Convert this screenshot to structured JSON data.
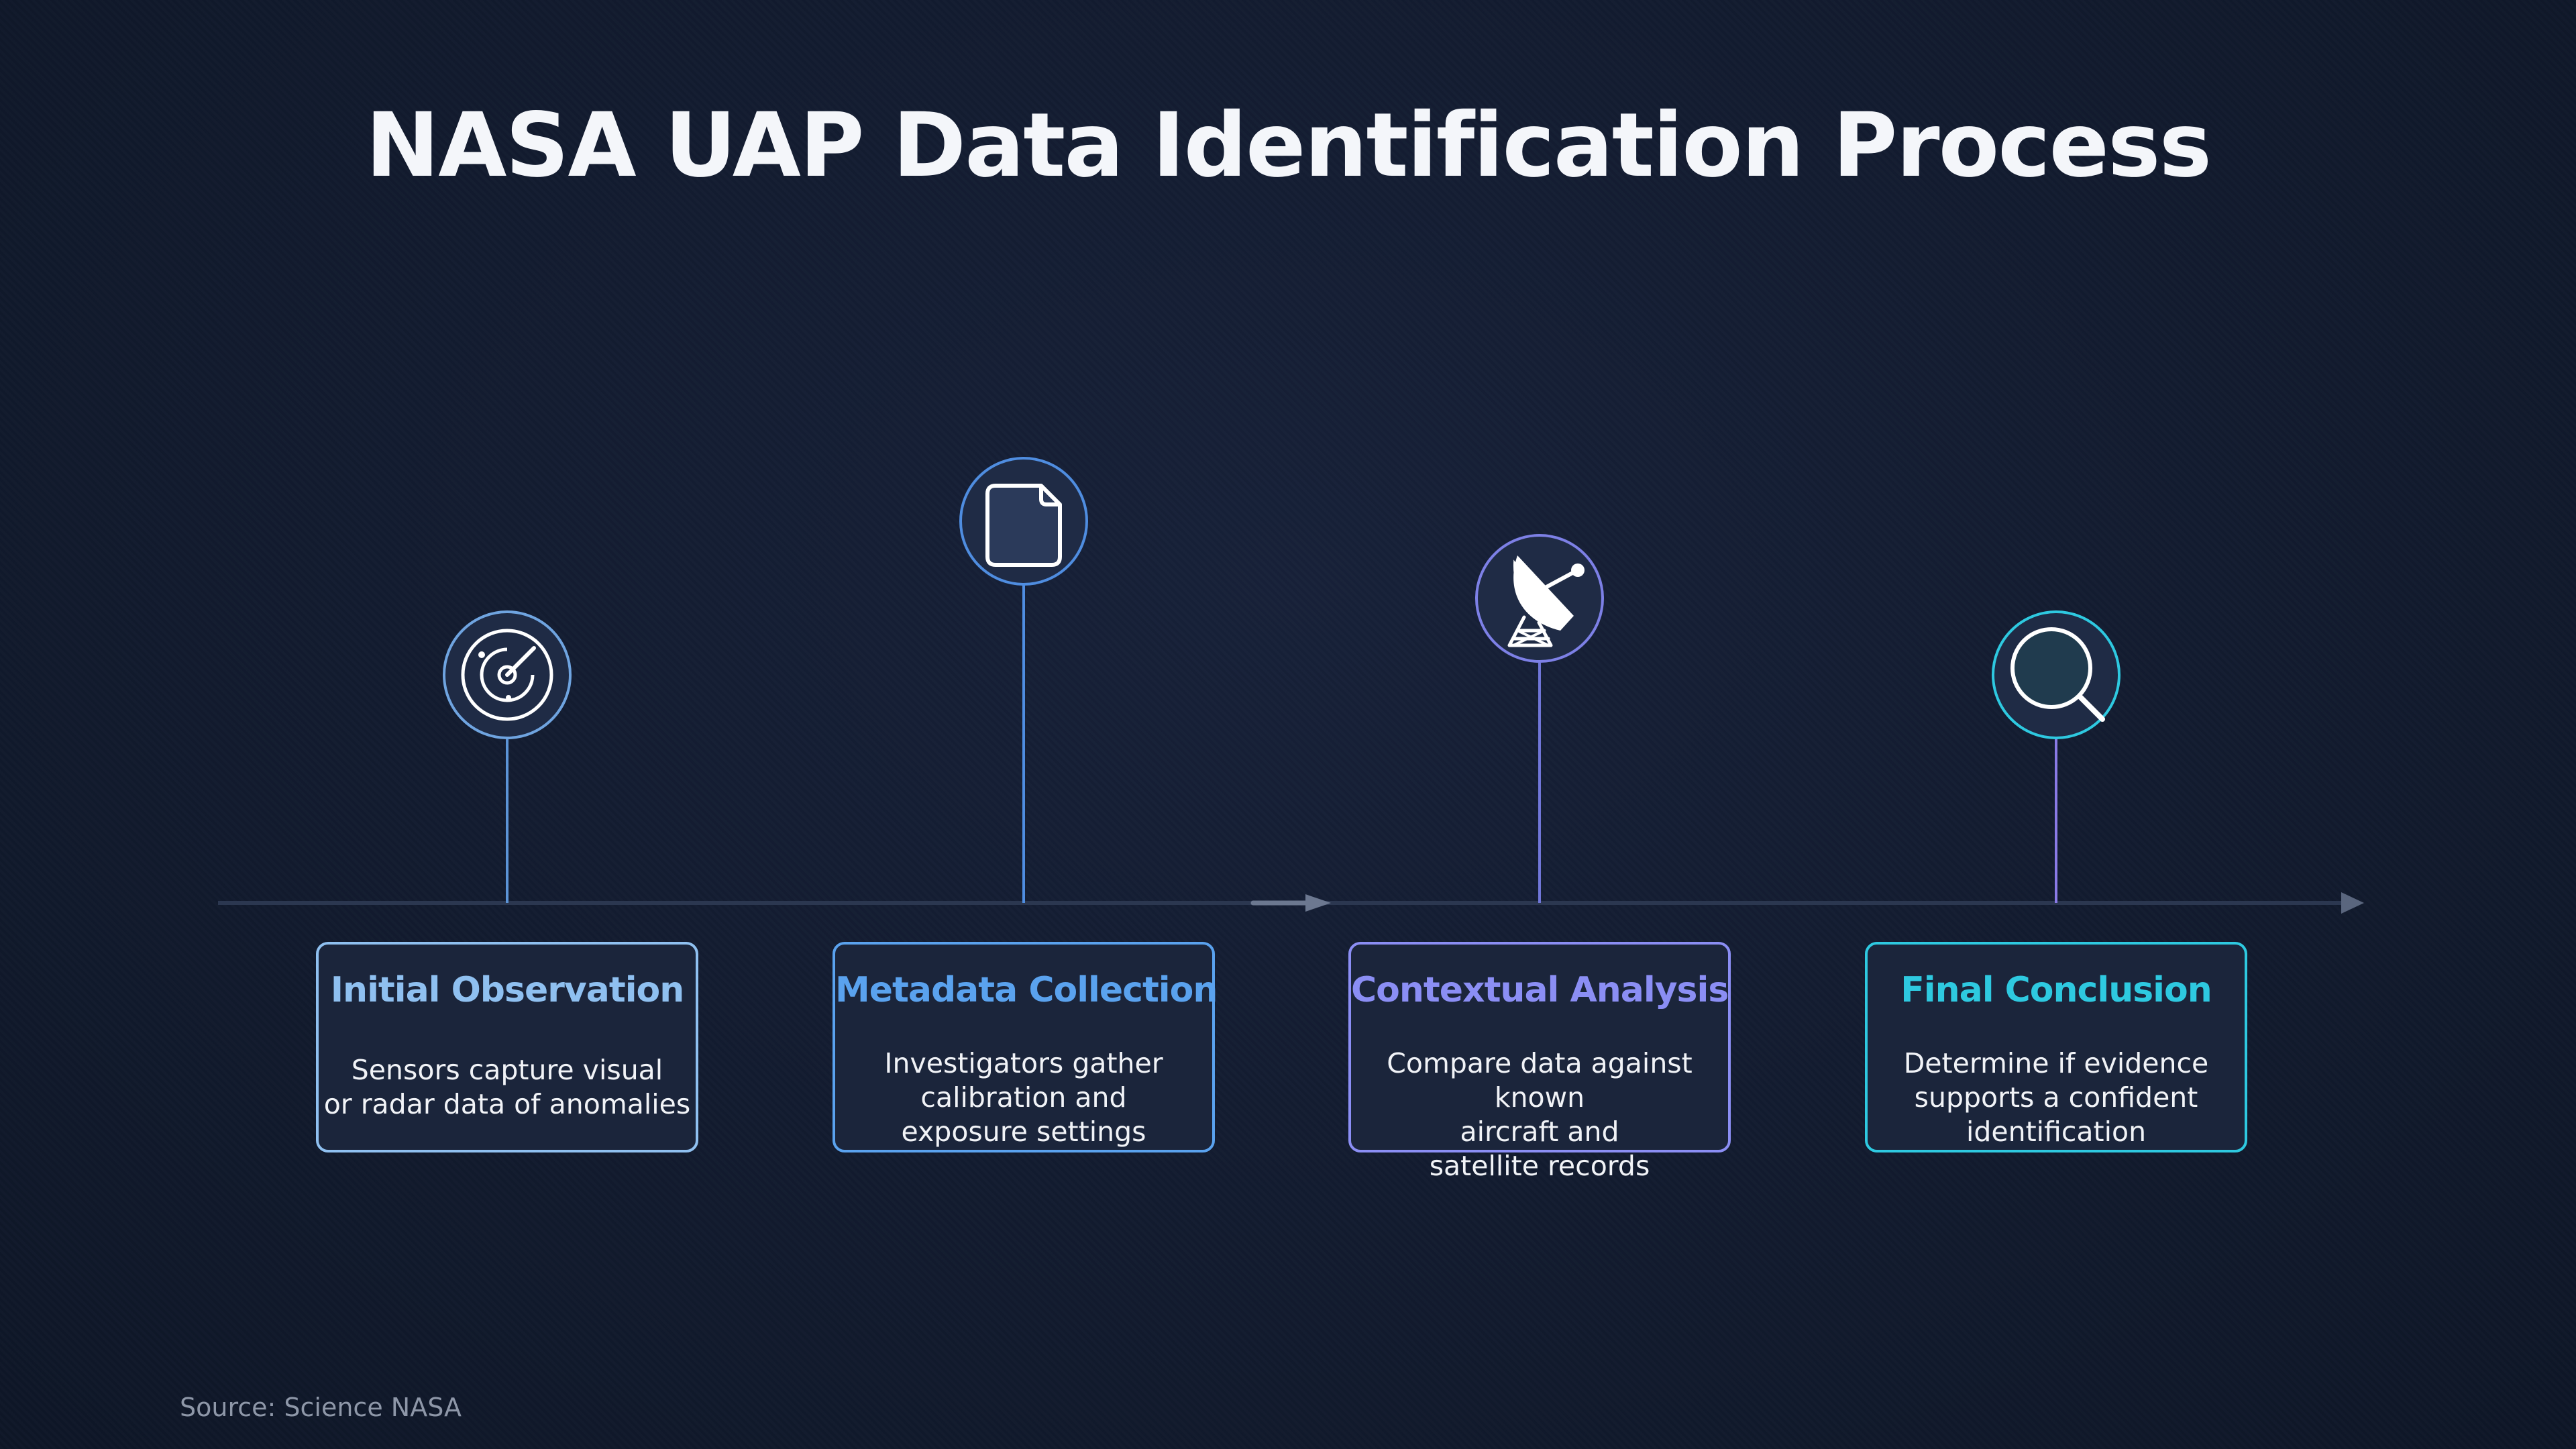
{
  "title": "NASA UAP Data Identification Process",
  "source": "Source: Science NASA",
  "steps": [
    {
      "title": "Initial Observation",
      "lines": [
        "Sensors capture visual",
        "or radar data of anomalies"
      ],
      "icon": "radar-icon",
      "color": "#8fc0f0"
    },
    {
      "title": "Metadata Collection",
      "lines": [
        "Investigators gather",
        "calibration and",
        "exposure settings"
      ],
      "icon": "document-icon",
      "color": "#5aa2ee"
    },
    {
      "title": "Contextual Analysis",
      "lines": [
        "Compare data against known",
        "aircraft and",
        "satellite records"
      ],
      "icon": "satellite-dish-icon",
      "color": "#8b8ef4"
    },
    {
      "title": "Final Conclusion",
      "lines": [
        "Determine if evidence",
        "supports a confident",
        "identification"
      ],
      "icon": "magnifier-icon",
      "color": "#2ec9e0"
    }
  ]
}
